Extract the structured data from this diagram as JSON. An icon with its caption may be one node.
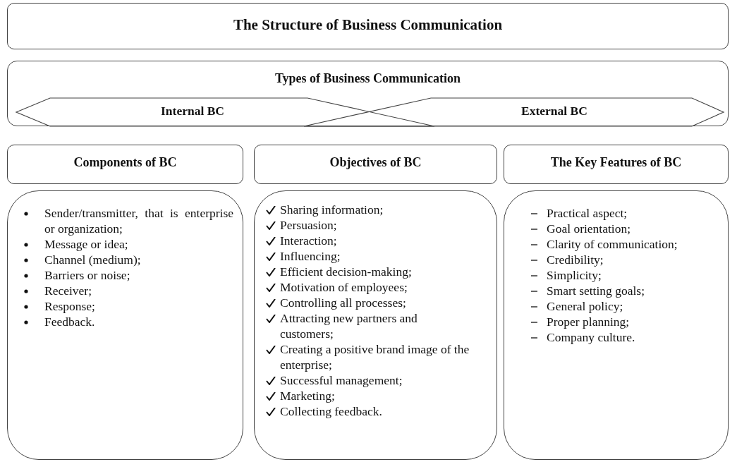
{
  "diagram": {
    "nodes": [
      {
        "text": [
          "The Structure of Business Communication"
        ]
      },
      {
        "text": [
          "Types of Business Communication"
        ]
      },
      {
        "text": [
          "Internal BC"
        ],
        "in": 1
      },
      {
        "text": [
          "External BC"
        ],
        "in": 1
      },
      {
        "text": [
          "Components of BC"
        ]
      },
      {
        "text": [
          "Objectives of BC"
        ]
      },
      {
        "text": [
          "The Key Features of BC"
        ]
      },
      {
        "text": [
          "Sender/transmitter, that is enterprise or organization;",
          "Message or idea;",
          "Channel (medium);",
          "Barriers or noise;",
          "Receiver;",
          "Response;",
          "Feedback."
        ]
      },
      {
        "text": [
          "Sharing information;",
          "Persuasion;",
          "Interaction;",
          "Influencing;",
          "Efficient decision-making;",
          "Motivation of employees;",
          "Controlling all processes;",
          "Attracting new partners and customers;",
          "Creating a positive brand image of the enterprise;",
          "Successful management;",
          "Marketing;",
          "Collecting feedback."
        ]
      },
      {
        "text": [
          "Practical aspect;",
          "Goal orientation;",
          "Clarity of communication;",
          "Credibility;",
          "Simplicity;",
          "Smart setting goals;",
          "General policy;",
          "Proper planning;",
          "Company culture."
        ]
      }
    ],
    "edges": []
  }
}
